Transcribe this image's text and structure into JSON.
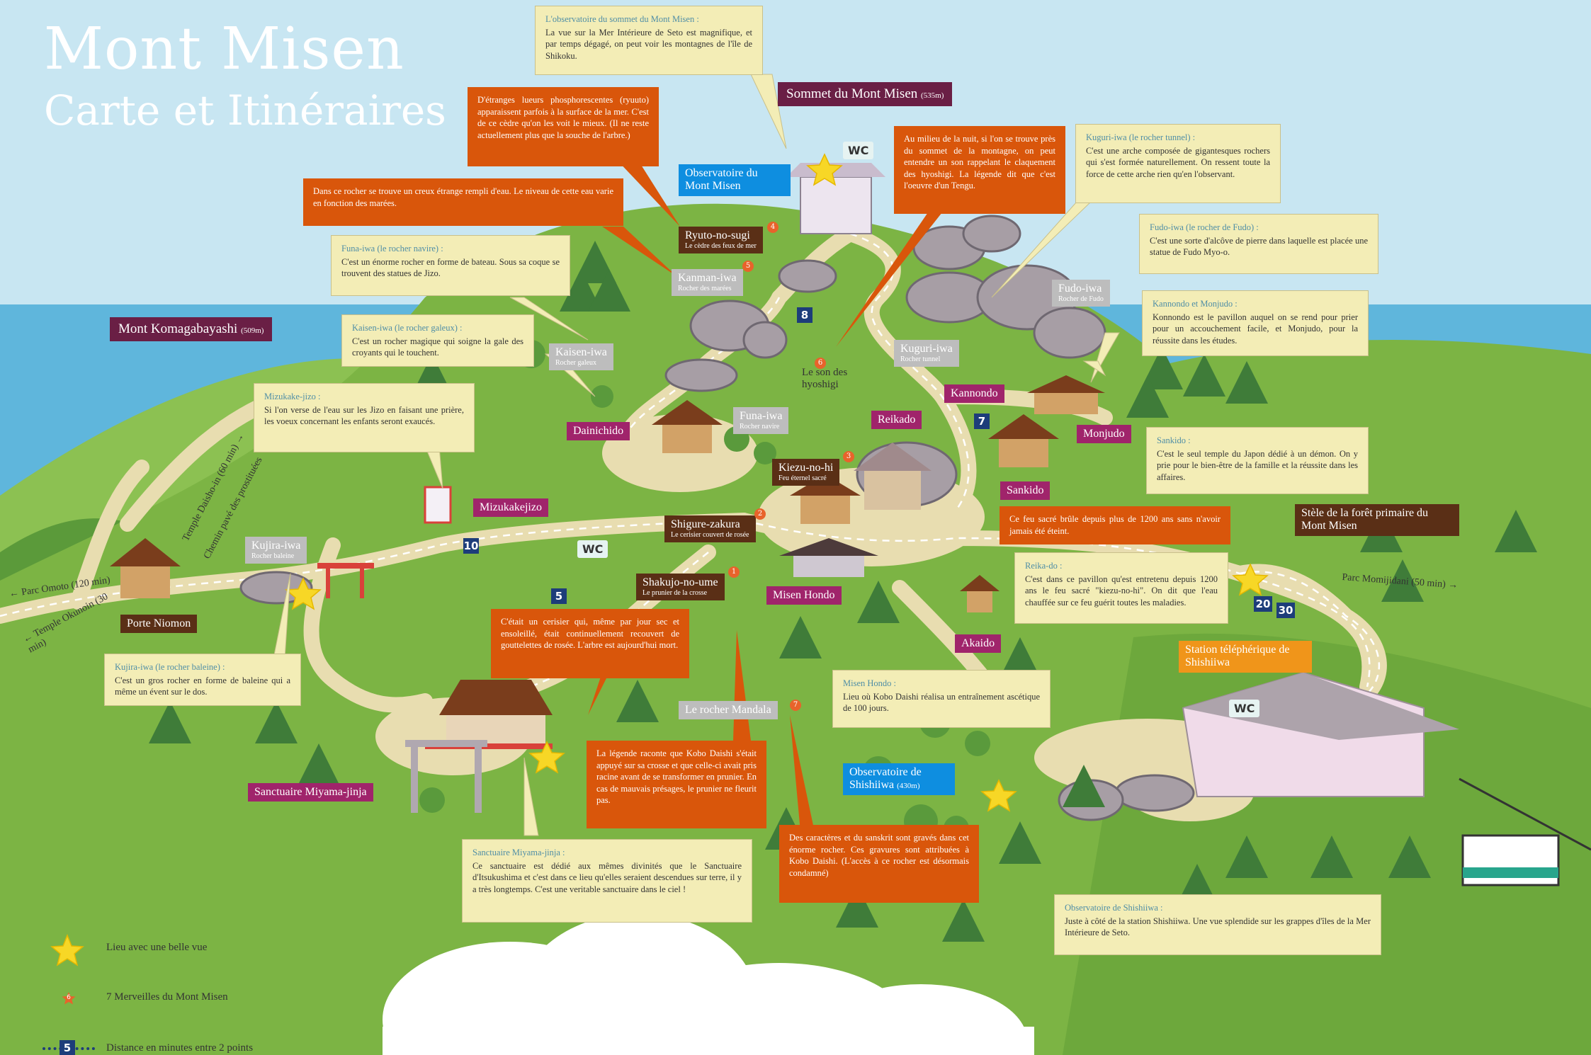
{
  "title": {
    "line1": "Mont Misen",
    "line2": "Carte et Itinéraires"
  },
  "colors": {
    "sky": "#c8e6f2",
    "sea": "#5fb6dc",
    "grass": "#7cb444",
    "path": "#e8ddb0",
    "orange_box": "#d9560b",
    "cream_box": "#f3edb6",
    "purple_label": "#a0246b",
    "brown_label": "#5a2f16",
    "blue_label": "#0e8ee0",
    "number_badge": "#1d3d7a"
  },
  "peaks": {
    "summit": {
      "name": "Sommet du Mont Misen",
      "alt": "(535m)"
    },
    "komagabayashi": {
      "name": "Mont Komagabayashi",
      "alt": "(509m)"
    }
  },
  "info_boxes": {
    "observatoire_sommet": {
      "title": "L'observatoire du sommet du Mont Misen :",
      "text": "La vue sur la Mer Intérieure de Seto est magnifique, et par temps dégagé, on peut voir les montagnes de l'île de Shikoku."
    },
    "ryuto": {
      "text": "D'étranges lueurs phosphorescentes (ryuuto) apparaissent parfois à la surface de la mer. C'est de ce cèdre qu'on les voit le mieux. (Il ne reste actuellement plus que la souche de l'arbre.)"
    },
    "hyoshigi": {
      "text": "Au milieu de la nuit, si l'on se trouve près du sommet de la montagne, on peut entendre un son rappelant le claquement des hyoshigi. La légende dit que c'est l'oeuvre d'un Tengu."
    },
    "kanman": {
      "text": "Dans ce rocher se trouve un creux étrange rempli d'eau. Le niveau de cette eau varie en fonction des marées."
    },
    "kuguri": {
      "title": "Kuguri-iwa (le rocher tunnel) :",
      "text": "C'est une arche composée de gigantesques rochers qui s'est formée naturellement. On ressent toute la force de cette arche rien qu'en l'observant."
    },
    "funa": {
      "title": "Funa-iwa (le rocher navire) :",
      "text": "C'est un énorme rocher en forme de bateau. Sous sa coque se trouvent des statues de Jizo."
    },
    "fudo": {
      "title": "Fudo-iwa (le rocher de Fudo) :",
      "text": "C'est une sorte d'alcôve de pierre dans laquelle est placée une statue de Fudo Myo-o."
    },
    "kaisen": {
      "title": "Kaisen-iwa (le rocher galeux) :",
      "text": "C'est un rocher magique qui soigne la gale des croyants qui le touchent."
    },
    "kannondo": {
      "title": "Kannondo et Monjudo :",
      "text": "Konnondo est le pavillon auquel on se rend pour prier pour un accouchement facile, et Monjudo, pour la réussite dans les études."
    },
    "mizukake": {
      "title": "Mizukake-jizo :",
      "text": "Si l'on verse de l'eau sur les Jizo en faisant une prière, les voeux concernant les enfants seront exaucés."
    },
    "sankido": {
      "title": "Sankido :",
      "text": "C'est le seul temple du Japon dédié à un démon. On y prie pour le bien-être de la famille et la réussite dans les affaires."
    },
    "kiezu": {
      "text": "Ce feu sacré brûle depuis plus de 1200 ans sans n'avoir jamais été éteint."
    },
    "reika": {
      "title": "Reika-do :",
      "text": "C'est dans ce pavillon qu'est entretenu depuis 1200 ans le feu sacré \"kiezu-no-hi\". On dit que l'eau chauffée sur ce feu guérit toutes les maladies."
    },
    "shigure": {
      "text": "C'était un cerisier qui, même par jour sec et ensoleillé, était continuellement recouvert de gouttelettes de rosée. L'arbre est aujourd'hui mort."
    },
    "kujira": {
      "title": "Kujira-iwa (le rocher baleine) :",
      "text": "C'est un gros rocher en forme de baleine qui a même un évent sur le dos."
    },
    "misen_hondo": {
      "title": "Misen Hondo :",
      "text": "Lieu où Kobo Daishi réalisa un entraînement ascétique de 100 jours."
    },
    "shakujo": {
      "text": "La légende raconte que Kobo Daishi s'était appuyé sur sa crosse et que celle-ci avait pris racine avant de se transformer en prunier. En cas de mauvais présages, le prunier ne fleurit pas."
    },
    "mandala": {
      "text": "Des caractères et du sanskrit sont gravés dans cet énorme rocher. Ces gravures sont attribuées à Kobo Daishi. (L'accès à ce rocher est désormais condamné)"
    },
    "miyama": {
      "title": "Sanctuaire Miyama-jinja :",
      "text": "Ce sanctuaire est dédié aux mêmes divinités que le Sanctuaire d'Itsukushima et c'est dans ce lieu qu'elles seraient descendues sur terre, il y a très longtemps. C'est une veritable sanctuaire dans le ciel !"
    },
    "shishiiwa_obs": {
      "title": "Observatoire de Shishiiwa :",
      "text": "Juste à côté de la station Shishiiwa. Une vue splendide sur les grappes d'îles de la Mer Intérieure de Seto."
    }
  },
  "labels": {
    "observatoire_misen": "Observatoire du Mont Misen",
    "ryuto": {
      "name": "Ryuto-no-sugi",
      "sub": "Le cèdre des feux de mer"
    },
    "kanman": {
      "name": "Kanman-iwa",
      "sub": "Rocher des marées"
    },
    "fudo": {
      "name": "Fudo-iwa",
      "sub": "Rocher de Fudo"
    },
    "kaisen": {
      "name": "Kaisen-iwa",
      "sub": "Rocher galeux"
    },
    "kuguri": {
      "name": "Kuguri-iwa",
      "sub": "Rocher tunnel"
    },
    "funa": {
      "name": "Funa-iwa",
      "sub": "Rocher navire"
    },
    "hyoshigi": "Le son des hyoshigi",
    "kannondo": "Kannondo",
    "reikado": "Reikado",
    "monjudo": "Monjudo",
    "dainichido": "Dainichido",
    "kiezu": {
      "name": "Kiezu-no-hi",
      "sub": "Feu éternel sacré"
    },
    "sankido": "Sankido",
    "mizukakejizo": "Mizukakejizo",
    "shigure": {
      "name": "Shigure-zakura",
      "sub": "Le cerisier couvert de rosée"
    },
    "stele": "Stèle de la forêt primaire du Mont Misen",
    "kujira": {
      "name": "Kujira-iwa",
      "sub": "Rocher baleine"
    },
    "shakujo": {
      "name": "Shakujo-no-ume",
      "sub": "Le prunier de la crosse"
    },
    "misen_hondo": "Misen Hondo",
    "akaido": "Akaido",
    "porte": "Porte Niomon",
    "station": "Station téléphérique de Shishiiwa",
    "mandala": "Le rocher Mandala",
    "obs_shishiiwa": {
      "name": "Observatoire de Shishiiwa",
      "alt": "(430m)"
    },
    "miyama": "Sanctuaire Miyama-jinja",
    "wc": "WC"
  },
  "wonders": [
    "1",
    "2",
    "3",
    "4",
    "5",
    "6",
    "7"
  ],
  "distances": [
    "8",
    "7",
    "10",
    "5",
    "20",
    "30"
  ],
  "trails": {
    "parc_omoto": "← Parc Omoto (120 min)",
    "temple_okunoin": "← Temple Okunoin (30 min)",
    "temple_daisho": "Temple Daisho-in (60 min) →",
    "chemin_pave": "Chemin pavé des prostituées",
    "parc_momijidani": "Parc Momijidani (50 min) →"
  },
  "legend": [
    {
      "icon": "star-icon",
      "text": "Lieu avec une belle vue"
    },
    {
      "icon": "wonder-icon",
      "badge": "6",
      "text": "7 Merveilles du Mont Misen"
    },
    {
      "icon": "distance-icon",
      "badge": "5",
      "text": "Distance en minutes entre 2 points"
    }
  ]
}
